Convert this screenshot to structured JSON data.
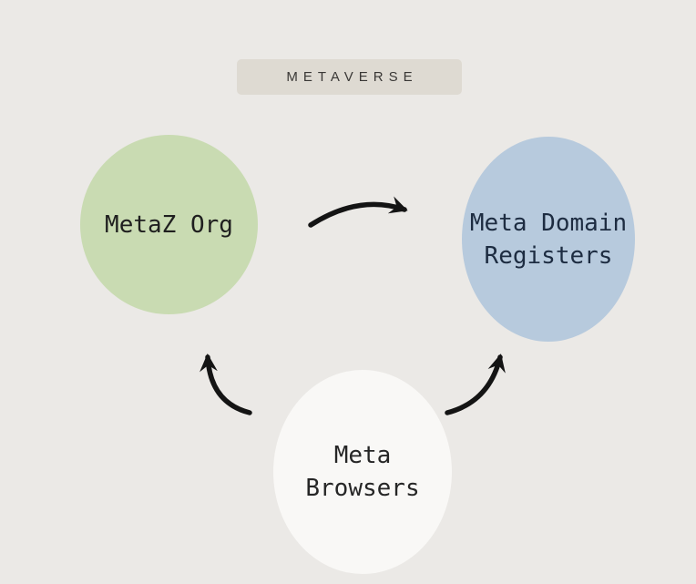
{
  "canvas": {
    "bg": "#ebe9e6"
  },
  "header": {
    "label": "METAVERSE",
    "bg": "#dedad2",
    "text_color": "#3a3836"
  },
  "nodes": [
    {
      "id": "metaz-org",
      "shape": "circle",
      "bg": "#c9dbb2",
      "text_color": "#1f1f1f",
      "lines": [
        "MetaZ Org"
      ]
    },
    {
      "id": "meta-domain-registers",
      "shape": "ellipse",
      "bg": "#b7cadd",
      "text_color": "#1d2c41",
      "lines": [
        "Meta Domain",
        "Registers"
      ]
    },
    {
      "id": "meta-browsers",
      "shape": "ellipse",
      "bg": "#f9f8f6",
      "text_color": "#262626",
      "lines": [
        "Meta",
        "Browsers"
      ]
    }
  ],
  "edges": [
    {
      "from": "metaz-org",
      "to": "meta-domain-registers"
    },
    {
      "from": "meta-browsers",
      "to": "metaz-org"
    },
    {
      "from": "meta-browsers",
      "to": "meta-domain-registers"
    }
  ],
  "arrows": {
    "color": "#141414"
  }
}
